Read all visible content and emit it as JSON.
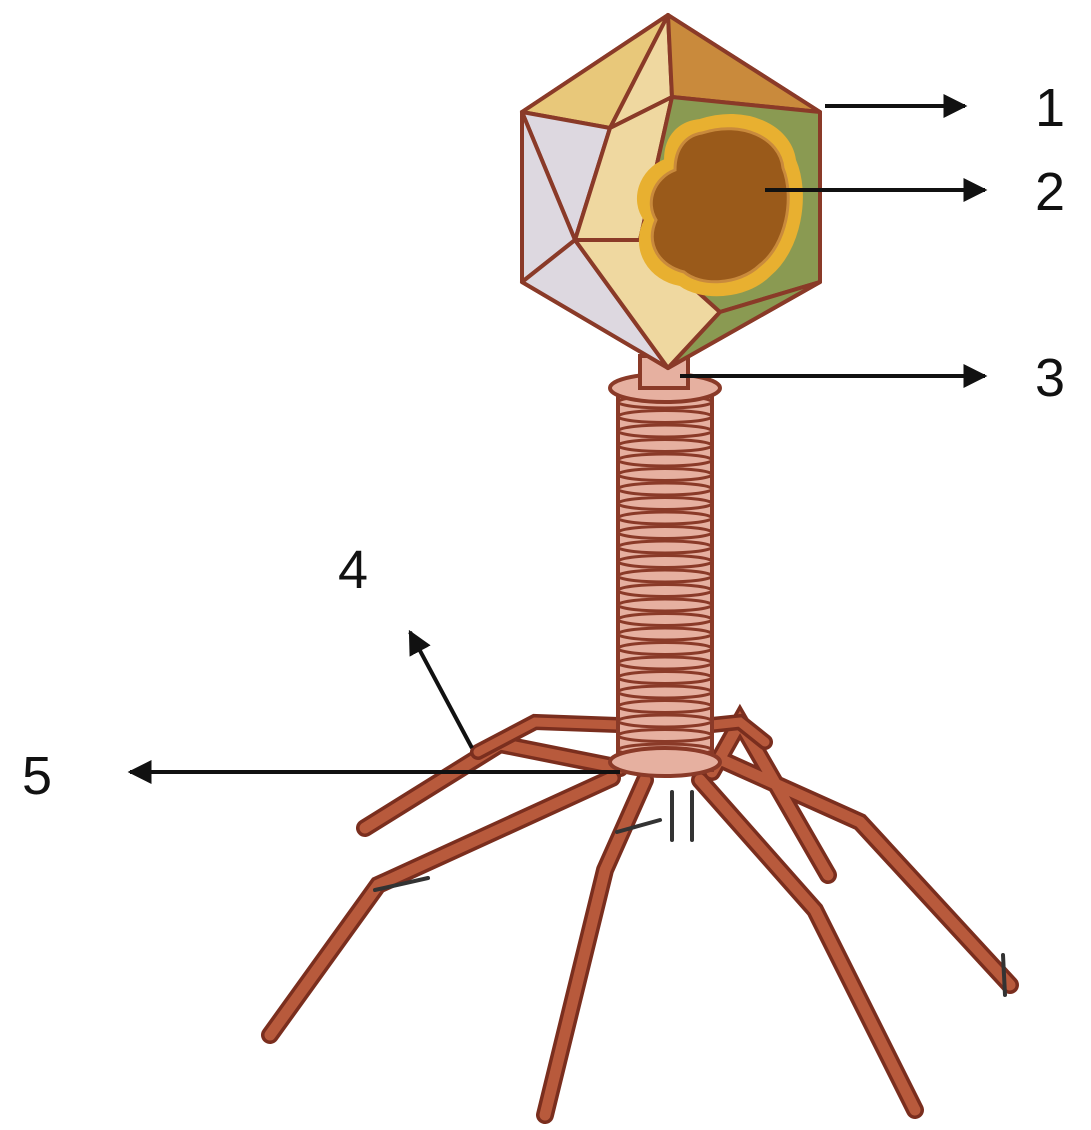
{
  "labels": {
    "l1": "1",
    "l2": "2",
    "l3": "3",
    "l4": "4",
    "l5": "5"
  },
  "colors": {
    "outline": "#8a3a28",
    "leg_fill": "#b85a3c",
    "leg_stroke": "#7a2e1e",
    "tail_fill": "#e6b0a0",
    "face_light": "#ddd8e0",
    "face_tan": "#e8c87a",
    "face_cream": "#efd8a0",
    "face_orange": "#c98a3c",
    "face_green": "#8a9a52",
    "dna_core": "#9a5a1a",
    "dna_ring": "#e8b030",
    "arrow": "#111111"
  }
}
